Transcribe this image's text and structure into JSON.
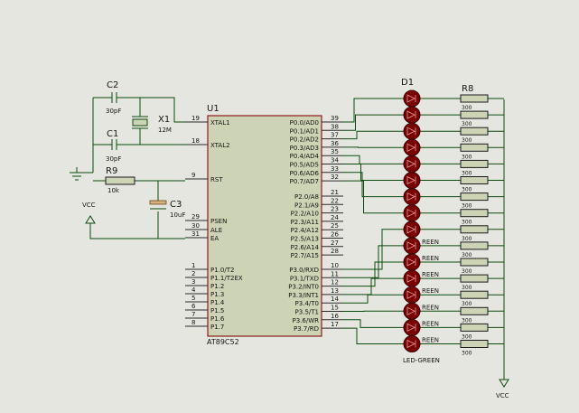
{
  "colors": {
    "background": "#e6e6e1",
    "wire": "#0c4a0c",
    "chip_body": "#cdd3b5",
    "chip_border": "#8b1c1c",
    "led_fill": "#7a0000",
    "resistor_fill": "#cdd3b5",
    "cap_fill": "#d4b080"
  },
  "chip": {
    "ref": "U1",
    "part": "AT89C52",
    "left_pins": [
      {
        "num": "19",
        "name": "XTAL1"
      },
      {
        "num": "18",
        "name": "XTAL2"
      },
      {
        "num": "9",
        "name": "RST"
      },
      {
        "num": "29",
        "name": "PSEN"
      },
      {
        "num": "30",
        "name": "ALE"
      },
      {
        "num": "31",
        "name": "EA"
      },
      {
        "num": "1",
        "name": "P1.0/T2"
      },
      {
        "num": "2",
        "name": "P1.1/T2EX"
      },
      {
        "num": "3",
        "name": "P1.2"
      },
      {
        "num": "4",
        "name": "P1.3"
      },
      {
        "num": "5",
        "name": "P1.4"
      },
      {
        "num": "6",
        "name": "P1.5"
      },
      {
        "num": "7",
        "name": "P1.6"
      },
      {
        "num": "8",
        "name": "P1.7"
      }
    ],
    "right_pins": [
      {
        "num": "39",
        "name": "P0.0/AD0"
      },
      {
        "num": "38",
        "name": "P0.1/AD1"
      },
      {
        "num": "37",
        "name": "P0.2/AD2"
      },
      {
        "num": "36",
        "name": "P0.3/AD3"
      },
      {
        "num": "35",
        "name": "P0.4/AD4"
      },
      {
        "num": "34",
        "name": "P0.5/AD5"
      },
      {
        "num": "33",
        "name": "P0.6/AD6"
      },
      {
        "num": "32",
        "name": "P0.7/AD7"
      },
      {
        "num": "21",
        "name": "P2.0/A8"
      },
      {
        "num": "22",
        "name": "P2.1/A9"
      },
      {
        "num": "23",
        "name": "P2.2/A10"
      },
      {
        "num": "24",
        "name": "P2.3/A11"
      },
      {
        "num": "25",
        "name": "P2.4/A12"
      },
      {
        "num": "26",
        "name": "P2.5/A13"
      },
      {
        "num": "27",
        "name": "P2.6/A14"
      },
      {
        "num": "28",
        "name": "P2.7/A15"
      },
      {
        "num": "10",
        "name": "P3.0/RXD"
      },
      {
        "num": "11",
        "name": "P3.1/TXD"
      },
      {
        "num": "12",
        "name": "P3.2/INT0"
      },
      {
        "num": "13",
        "name": "P3.3/INT1"
      },
      {
        "num": "14",
        "name": "P3.4/T0"
      },
      {
        "num": "15",
        "name": "P3.5/T1"
      },
      {
        "num": "16",
        "name": "P3.6/WR"
      },
      {
        "num": "17",
        "name": "P3.7/RD"
      }
    ]
  },
  "components": {
    "c2": {
      "ref": "C2",
      "value": "30pF"
    },
    "c1": {
      "ref": "C1",
      "value": "30pF"
    },
    "x1": {
      "ref": "X1",
      "value": "12M"
    },
    "r9": {
      "ref": "R9",
      "value": "10k"
    },
    "c3": {
      "ref": "C3",
      "value": "10uF"
    },
    "vcc_left": "VCC",
    "vcc_bottom": "VCC"
  },
  "leds": {
    "ref": "D1",
    "part": "LED-GREEN",
    "visible_suffix": "REEN",
    "resistor_ref": "R8",
    "resistor_value": "300"
  }
}
